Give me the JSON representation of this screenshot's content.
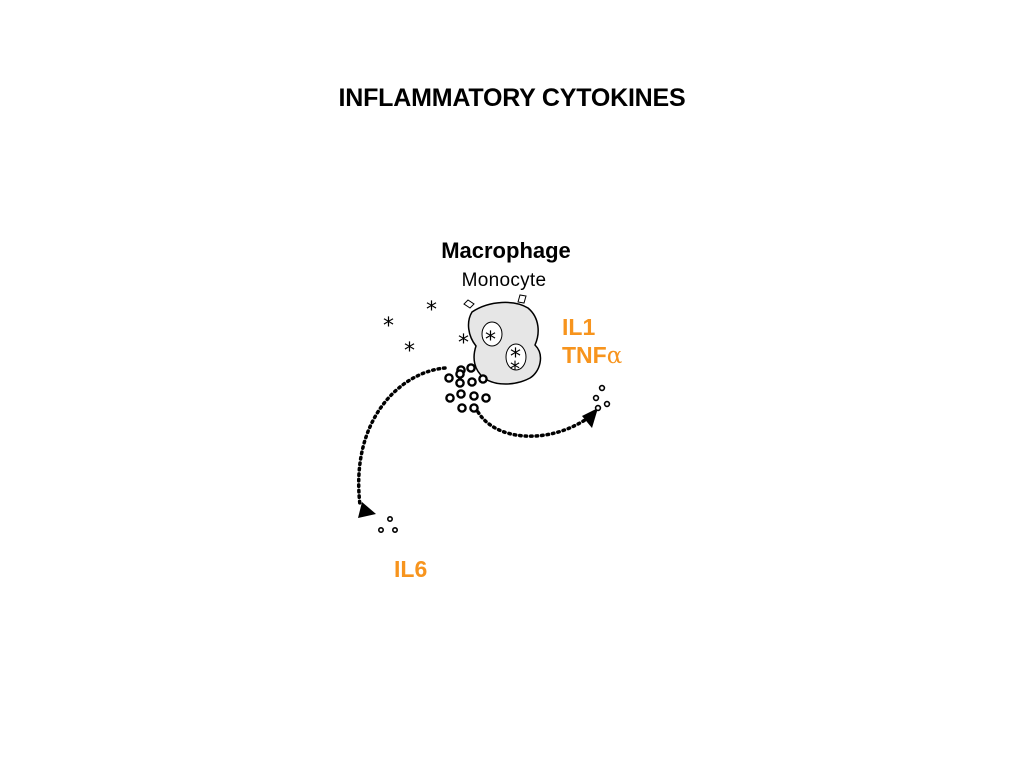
{
  "title": "INFLAMMATORY CYTOKINES",
  "cell": {
    "name": "Macrophage",
    "subname": "Monocyte",
    "fill_color": "#e6e6e6"
  },
  "cytokines": {
    "il1": "IL1",
    "tnf_prefix": "TNF",
    "tnf_symbol": "α",
    "il6": "IL6",
    "color": "#f7941d"
  },
  "stimulus_mark": "*"
}
